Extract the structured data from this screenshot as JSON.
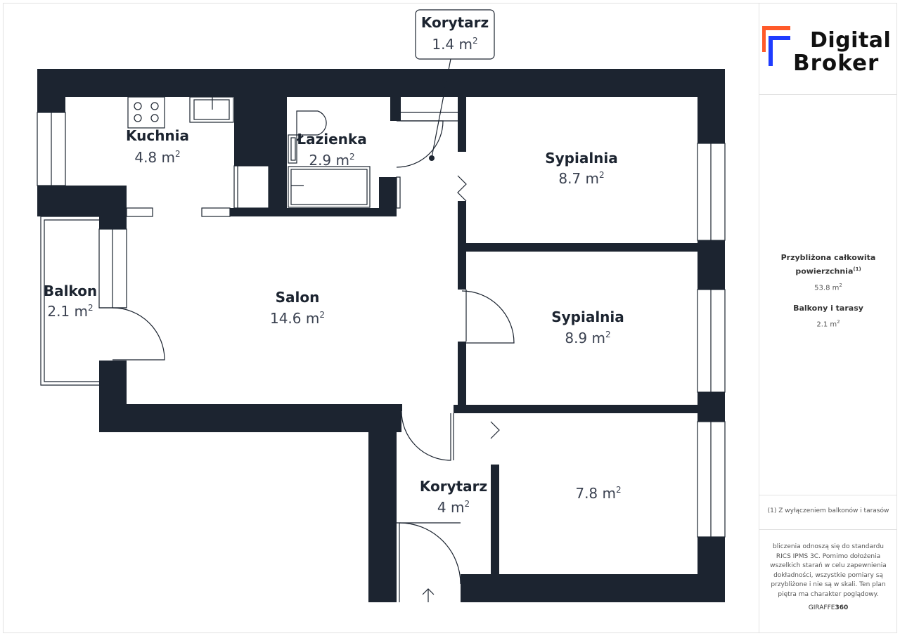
{
  "rooms": [
    {
      "name": "Kuchnia",
      "area": "4.8 m",
      "sup": "2"
    },
    {
      "name": "Łazienka",
      "area": "2.9 m",
      "sup": "2"
    },
    {
      "name": "Sypialnia",
      "area": "8.7 m",
      "sup": "2"
    },
    {
      "name": "Balkon",
      "area": "2.1 m",
      "sup": "2"
    },
    {
      "name": "Salon",
      "area": "14.6 m",
      "sup": "2"
    },
    {
      "name": "Sypialnia",
      "area": "8.9 m",
      "sup": "2"
    },
    {
      "name": "Korytarz",
      "area": "4 m",
      "sup": "2"
    },
    {
      "name": "",
      "area": "7.8 m",
      "sup": "2"
    }
  ],
  "callout": {
    "name": "Korytarz",
    "area": "1.4 m",
    "sup": "2"
  },
  "logo": {
    "line1": "Digital",
    "line2": "Broker",
    "colors": {
      "orange": "#ff5a2a",
      "blue": "#1f3cff"
    }
  },
  "summary": {
    "total_label": "Przybliżona całkowita powierzchnia",
    "total_footnote_mark": "(1)",
    "total_value": "53.8 m",
    "balcony_label": "Balkony i tarasy",
    "balcony_value": "2.1 m",
    "sup": "2"
  },
  "footnote": "(1) Z wyłączeniem balkonów i tarasów",
  "disclaimer": "bliczenia odnoszą się do standardu RICS IPMS 3C. Pomimo dołożenia wszelkich starań w celu zapewnienia dokładności, wszystkie pomiary są przybliżone i nie są w skali. Ten plan piętra ma charakter poglądowy.",
  "brand": {
    "prefix": "GIRAFFE",
    "suffix": "360"
  },
  "colors": {
    "wall": "#1c2430"
  }
}
